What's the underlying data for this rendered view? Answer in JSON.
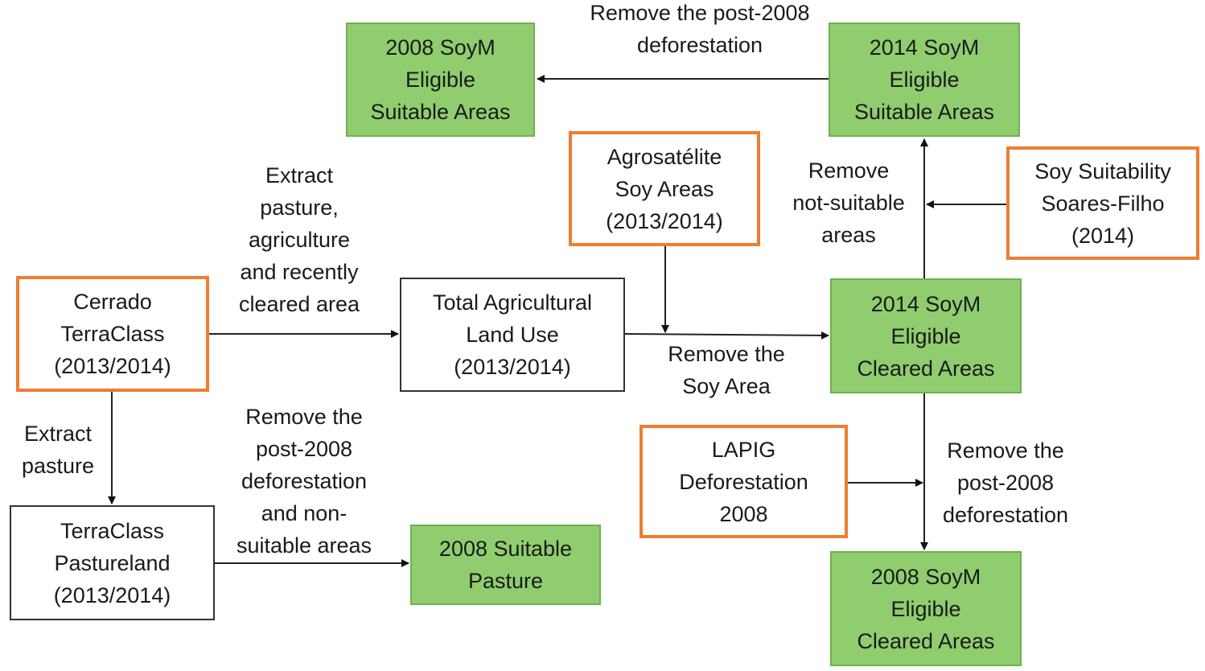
{
  "nodes": {
    "soym_2008_suitable": [
      "2008 SoyM",
      "Eligible",
      "Suitable Areas"
    ],
    "soym_2014_suitable": [
      "2014 SoyM",
      "Eligible",
      "Suitable Areas"
    ],
    "agrosatelite": [
      "Agrosatélite",
      "Soy Areas",
      "(2013/2014)"
    ],
    "soy_suitability": [
      "Soy Suitability",
      "Soares-Filho",
      "(2014)"
    ],
    "cerrado_terraclass": [
      "Cerrado",
      "TerraClass",
      "(2013/2014)"
    ],
    "total_agricultural": [
      "Total Agricultural",
      "Land Use",
      "(2013/2014)"
    ],
    "soym_2014_cleared": [
      "2014 SoyM",
      "Eligible",
      "Cleared Areas"
    ],
    "lapig": [
      "LAPIG",
      "Deforestation",
      "2008"
    ],
    "terraclass_pastureland": [
      "TerraClass",
      "Pastureland",
      "(2013/2014)"
    ],
    "suitable_pasture_2008": [
      "2008 Suitable",
      "Pasture"
    ],
    "soym_2008_cleared": [
      "2008 SoyM",
      "Eligible",
      "Cleared Areas"
    ]
  },
  "edge_labels": {
    "remove_post2008_top": [
      "Remove the post-2008",
      "deforestation"
    ],
    "extract_agri": [
      "Extract",
      "pasture,",
      "agriculture",
      "and recently",
      "cleared area"
    ],
    "remove_not_suitable": [
      "Remove",
      "not-suitable",
      "areas"
    ],
    "remove_soy": [
      "Remove the",
      "Soy Area"
    ],
    "extract_pasture": [
      "Extract",
      "pasture"
    ],
    "remove_post2008_nonsuitable": [
      "Remove the",
      "post-2008",
      "deforestation",
      "and non-",
      "suitable areas"
    ],
    "remove_post2008_right": [
      "Remove the",
      "post-2008",
      "deforestation"
    ]
  },
  "colors": {
    "green_fill": "#8fcd6f",
    "green_border": "#6fb04e",
    "orange_border": "#ee7d31"
  }
}
